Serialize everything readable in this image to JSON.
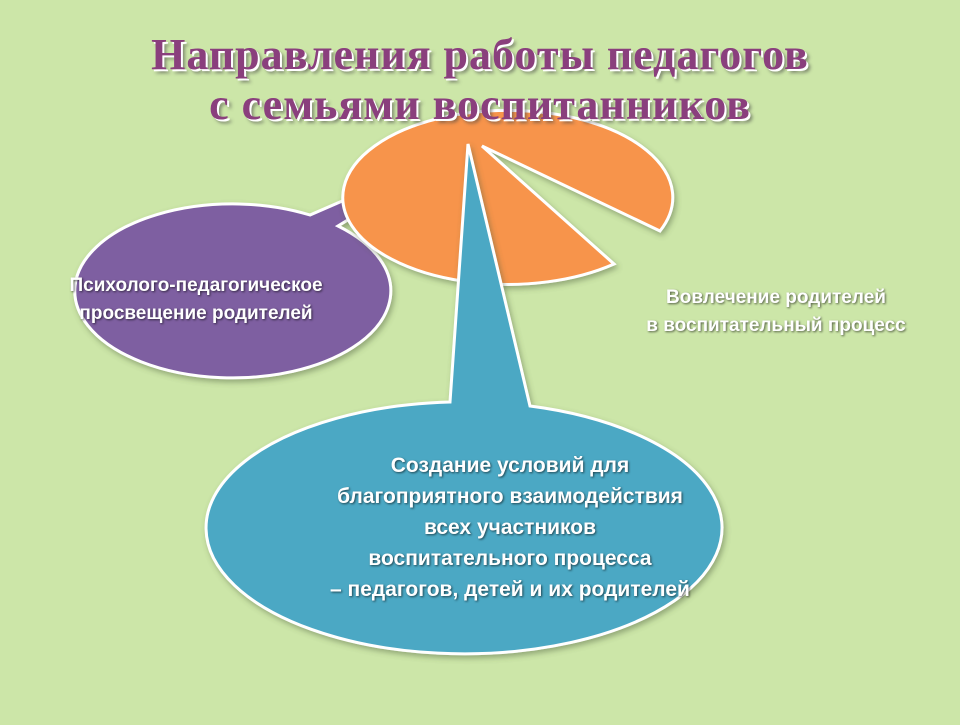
{
  "title": {
    "line1": "Направления работы педагогов",
    "line2": "с семьями воспитанников"
  },
  "bubbles": {
    "left": {
      "lines": [
        "Психолого-педагогическое",
        "просвещение родителей"
      ],
      "color": "#7e5fa1"
    },
    "right": {
      "lines": [
        "Вовлечение родителей",
        "в воспитательный процесс"
      ],
      "color": "#f7944b"
    },
    "center": {
      "lines": [
        "Создание условий для",
        "благоприятного взаимодействия",
        "всех участников",
        "воспитательного процесса",
        "– педагогов, детей и их родителей"
      ],
      "color": "#4ba8c4"
    }
  },
  "colors": {
    "background": "#cce6a8",
    "title": "#8a3f7d",
    "outline": "#ffffff"
  }
}
